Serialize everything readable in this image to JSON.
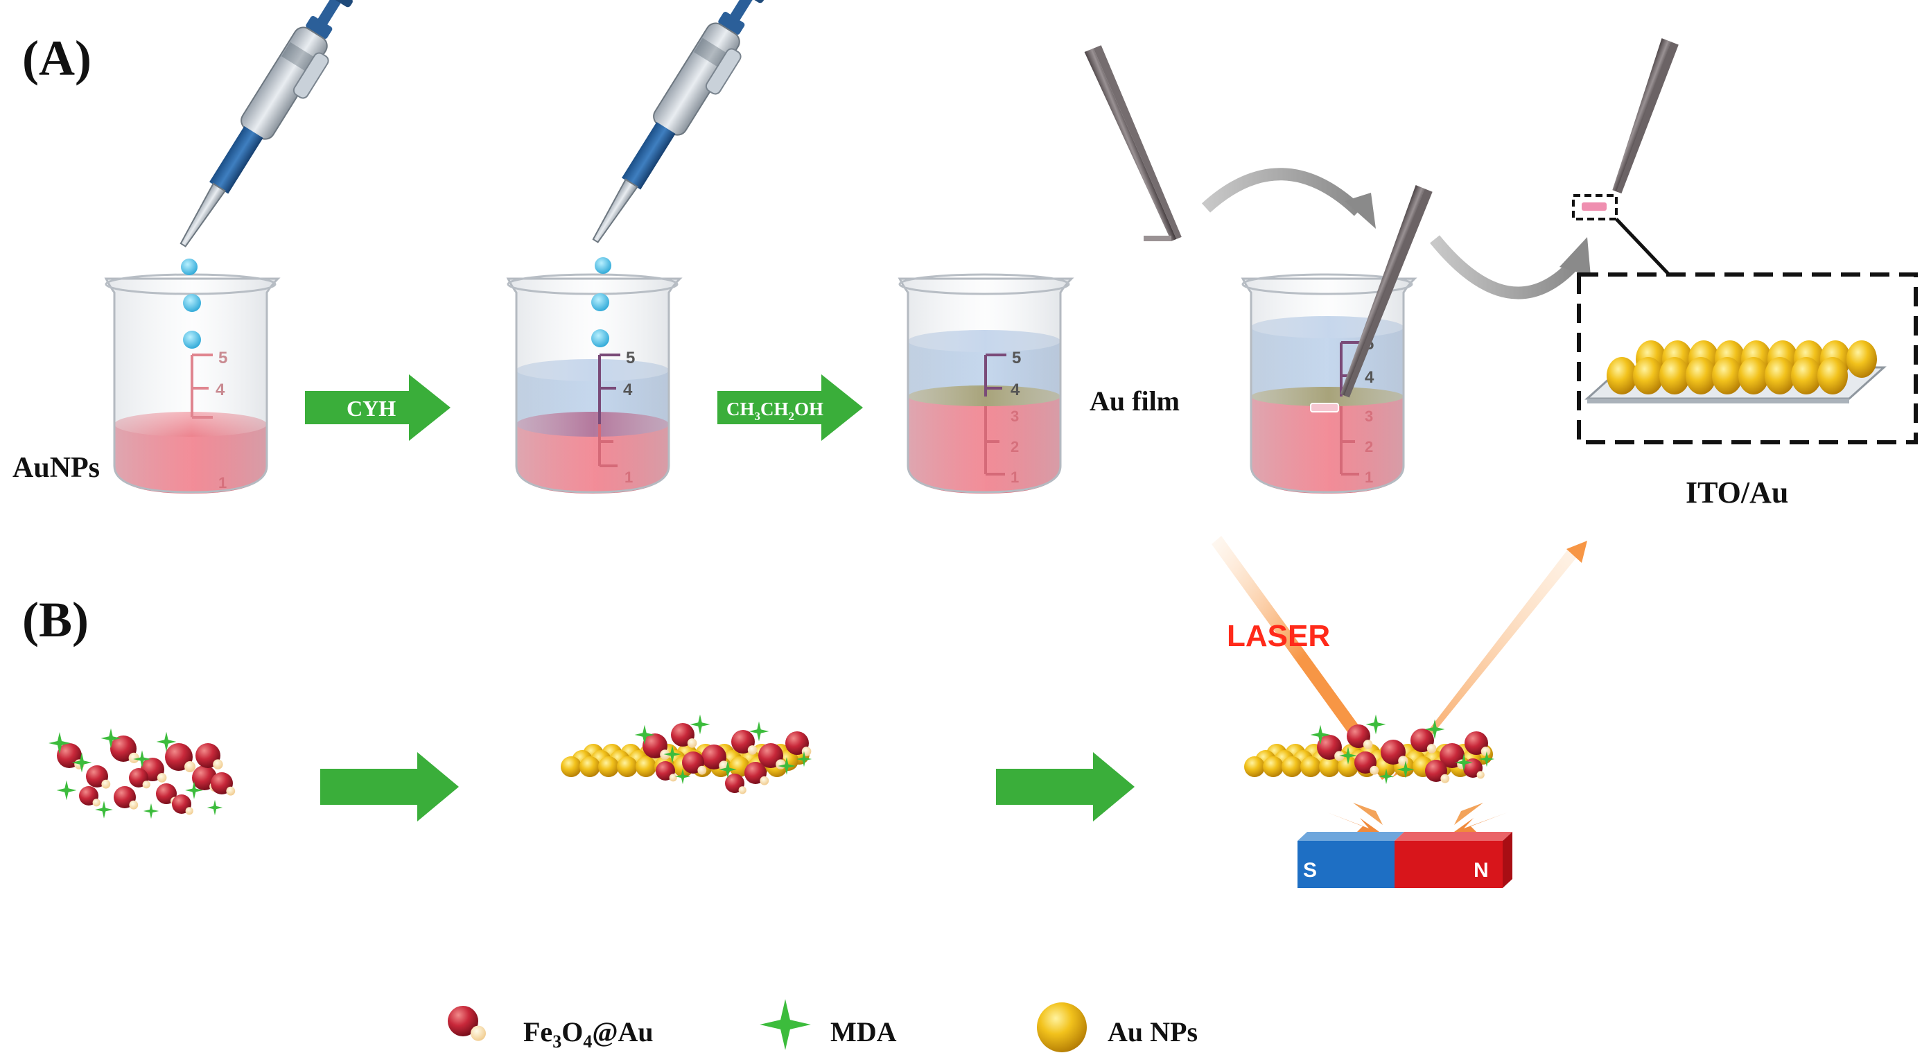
{
  "panels": {
    "a_label": "(A)",
    "b_label": "(B)"
  },
  "labels": {
    "aunps": "AuNPs",
    "au_film": "Au film",
    "ito_au": "ITO/Au",
    "laser": "LASER"
  },
  "arrows": {
    "cyh": "CYH",
    "ethanol_parts": [
      "CH",
      "3",
      "CH",
      "2",
      "OH"
    ]
  },
  "beaker_ticks": {
    "t5": "5",
    "t4": "4",
    "t3": "3",
    "t2": "2",
    "t1": "1"
  },
  "magnet": {
    "south": "S",
    "north": "N"
  },
  "legend": {
    "fe_parts": [
      "Fe",
      "3",
      "O",
      "4",
      "@Au"
    ],
    "mda": "MDA",
    "au_nps": "Au NPs"
  },
  "colors": {
    "arrow_green": "#3aae3a",
    "solution_red": "#e84a5c",
    "solvent_blue": "#9bbbe0",
    "gold": "#e8b010",
    "laser_orange": "#f59a45",
    "laser_text": "#ff2a1a",
    "magnet_blue": "#1e6fc4",
    "magnet_red": "#d8151b"
  }
}
